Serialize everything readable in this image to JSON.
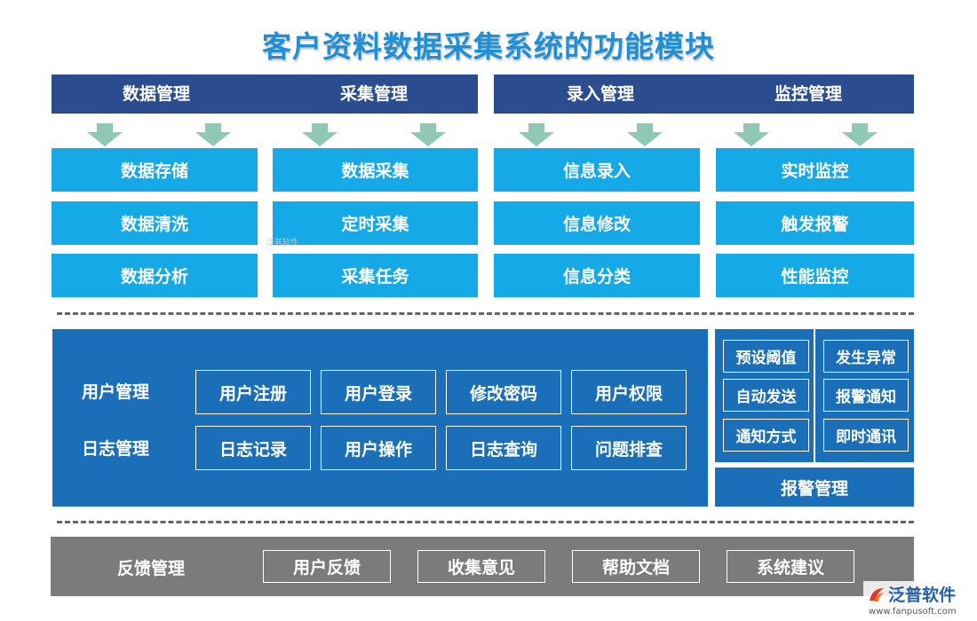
{
  "title": "客户资料数据采集系统的功能模块",
  "top_groups": [
    {
      "headers": [
        "数据管理",
        "采集管理"
      ],
      "columns": [
        [
          "数据存储",
          "数据清洗",
          "数据分析"
        ],
        [
          "数据采集",
          "定时采集",
          "采集任务"
        ]
      ]
    },
    {
      "headers": [
        "录入管理",
        "监控管理"
      ],
      "columns": [
        [
          "信息录入",
          "信息修改",
          "信息分类"
        ],
        [
          "实时监控",
          "触发报警",
          "性能监控"
        ]
      ]
    }
  ],
  "middle": {
    "rows": [
      {
        "label": "用户管理",
        "items": [
          "用户注册",
          "用户登录",
          "修改密码",
          "用户权限"
        ]
      },
      {
        "label": "日志管理",
        "items": [
          "日志记录",
          "用户操作",
          "日志查询",
          "问题排查"
        ]
      }
    ],
    "alarm": {
      "items": [
        "预设阈值",
        "发生异常",
        "自动发送",
        "报警通知",
        "通知方式",
        "即时通讯"
      ],
      "label": "报警管理"
    }
  },
  "bottom": {
    "label": "反馈管理",
    "items": [
      "用户反馈",
      "收集意见",
      "帮助文档",
      "系统建议"
    ]
  },
  "watermark": {
    "center_text": "泛普软件"
  },
  "logo": {
    "text": "泛普软件",
    "url": "www.fanpusoft.com"
  },
  "colors": {
    "navy": "#2b4d8f",
    "cyan": "#16a9e8",
    "blue": "#1a6fb8",
    "gray": "#7b7b7b",
    "arrow": "#8fc8b4",
    "title": "#1f8fd6"
  }
}
